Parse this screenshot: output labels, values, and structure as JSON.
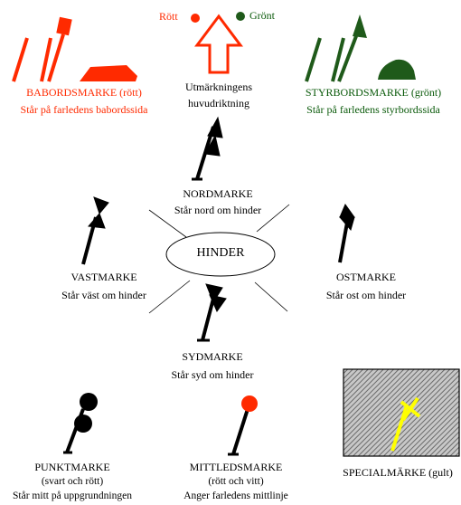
{
  "colors": {
    "red": "#ff2a00",
    "green": "#1f5a1a",
    "black": "#000000",
    "yellow": "#ffff00",
    "hatch": "#9a9a9a"
  },
  "legend": {
    "rott": "Rött",
    "gront": "Grönt",
    "direction_line1": "Utmärkningens",
    "direction_line2": "huvudriktning"
  },
  "babord": {
    "title": "BABORDSMARKE (rött)",
    "desc": "Står på farledens babordssida"
  },
  "styrbord": {
    "title": "STYRBORDSMARKE (grönt)",
    "desc": "Står på farledens styrbordssida"
  },
  "hinder": {
    "label": "HINDER"
  },
  "nordmarke": {
    "title": "NORDMARKE",
    "desc": "Står nord om hinder"
  },
  "vastmarke": {
    "title": "VASTMARKE",
    "desc": "Står väst om hinder"
  },
  "ostmarke": {
    "title": "OSTMARKE",
    "desc": "Står ost om hinder"
  },
  "sydmarke": {
    "title": "SYDMARKE",
    "desc": "Står syd om hinder"
  },
  "punktmarke": {
    "title": "PUNKTMARKE",
    "sub": "(svart och rött)",
    "desc": "Står mitt på uppgrundningen"
  },
  "mittledsmarke": {
    "title": "MITTLEDSMARKE",
    "sub": "(rött och vitt)",
    "desc": "Anger farledens mittlinje"
  },
  "specialmarke": {
    "title": "SPECIALMÄRKE (gult)"
  }
}
